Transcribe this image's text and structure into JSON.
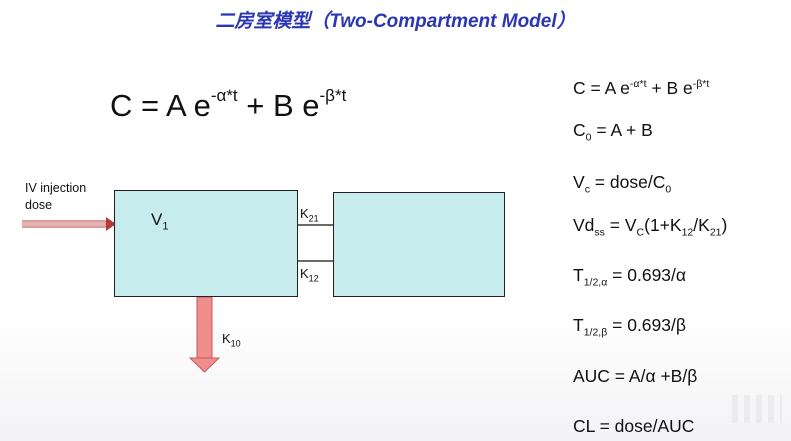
{
  "title": "二房室模型（Two-Compartment Model）",
  "main_equation": {
    "lhs": "C = A e",
    "exp1": "-α*t",
    "mid": " + B e",
    "exp2": "-β*t"
  },
  "diagram": {
    "iv_label_line1": "IV injection",
    "iv_label_line2": "dose",
    "central_label": "V",
    "central_sub": "1",
    "k21_label": "K",
    "k21_sub": "21",
    "k12_label": "K",
    "k12_sub": "12",
    "k10_label": "K",
    "k10_sub": "10",
    "colors": {
      "box_fill": "#c6ecee",
      "title_color": "#2a36b4",
      "iv_arrow": "#d9a6a6",
      "elim_arrow": "#f08d8d"
    }
  },
  "equations": {
    "e1": {
      "a": "C = A e",
      "sup1": "-α*t",
      "b": " + B e",
      "sup2": "-β*t"
    },
    "e2": {
      "a": "C",
      "sub": "0",
      "b": " = A + B"
    },
    "e3": {
      "a": "V",
      "sub1": "c",
      "b": " = dose/C",
      "sub2": "0"
    },
    "e4": {
      "a": "Vd",
      "sub1": "ss",
      "b": " = V",
      "sub2": "C",
      "c": "(1+K",
      "sub3": "12",
      "d": "/K",
      "sub4": "21",
      "e": ")"
    },
    "e5": {
      "a": "T",
      "sub": "1/2,α",
      "b": " = 0.693/α"
    },
    "e6": {
      "a": "T",
      "sub": "1/2,β",
      "b": " = 0.693/β"
    },
    "e7": {
      "text": "AUC = A/α +B/β"
    },
    "e8": {
      "text": "CL = dose/AUC"
    }
  }
}
